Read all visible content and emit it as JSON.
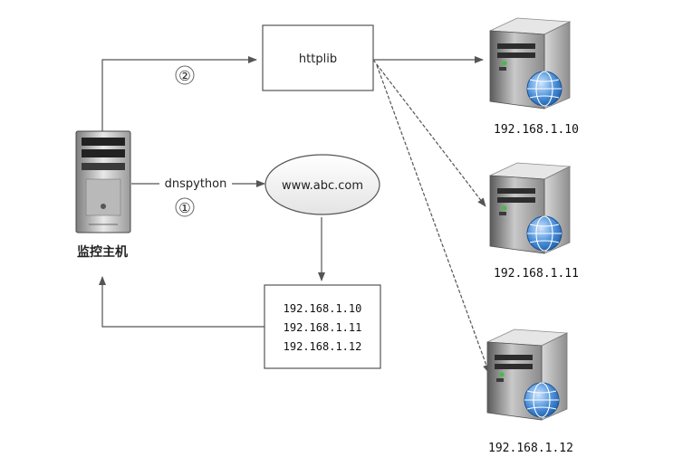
{
  "monitor_host": {
    "label": "监控主机"
  },
  "dns_edge": {
    "label": "dnspython",
    "step": "①"
  },
  "dns_node": {
    "label": "www.abc.com"
  },
  "http_node": {
    "label": "httplib"
  },
  "http_edge": {
    "step": "②"
  },
  "ip_list": [
    "192.168.1.10",
    "192.168.1.11",
    "192.168.1.12"
  ],
  "servers": [
    {
      "ip": "192.168.1.10"
    },
    {
      "ip": "192.168.1.11"
    },
    {
      "ip": "192.168.1.12"
    }
  ]
}
